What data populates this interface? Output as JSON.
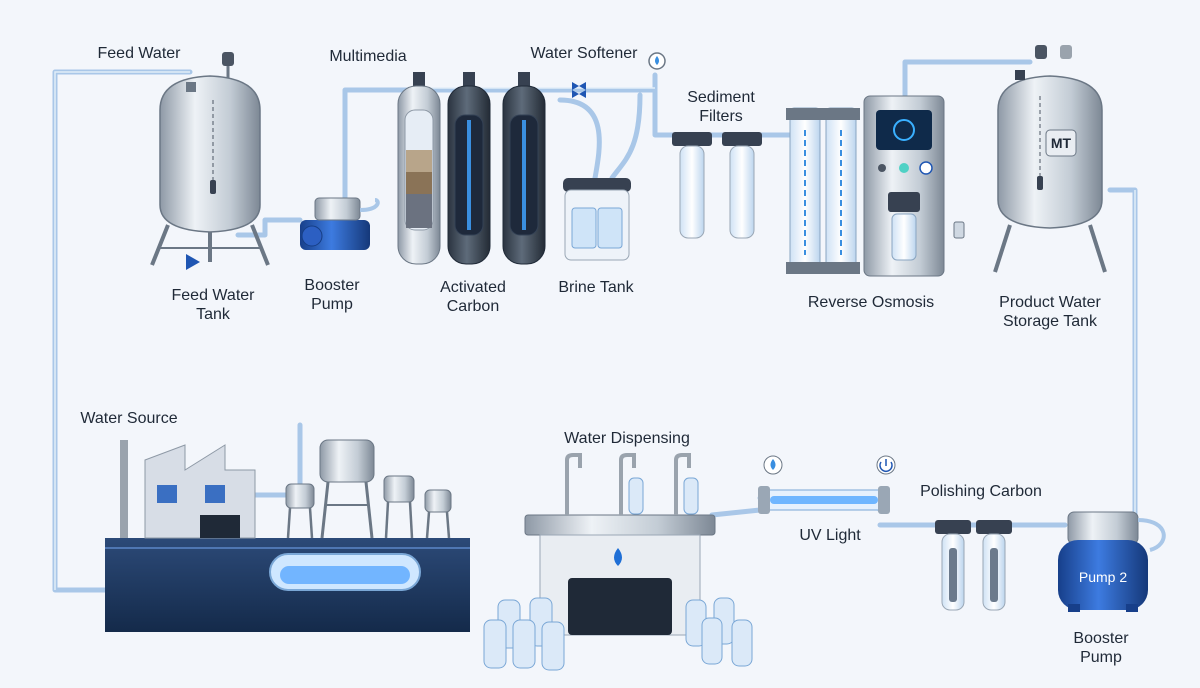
{
  "labels": {
    "feed_water": "Feed Water",
    "feed_water_tank": "Feed Water Tank",
    "multimedia": "Multimedia",
    "booster_pump_top": "Booster Pump",
    "activated_carbon": "Activated Carbon",
    "water_softener": "Water Softener",
    "brine_tank": "Brine Tank",
    "sediment_filters": "Sediment Filters",
    "reverse_osmosis": "Reverse Osmosis",
    "product_water_storage_tank": "Product Water Storage Tank",
    "water_source": "Water Source",
    "water_dispensing": "Water Dispensing",
    "uv_light": "UV Light",
    "polishing_carbon": "Polishing Carbon",
    "booster_pump_bottom": "Booster Pump"
  },
  "tank_badge": "MT",
  "pump_badge": "Pump 2",
  "icons": [
    "water-drop-icon",
    "power-icon",
    "pressure-gauge-icon",
    "valve-icon",
    "water-bottle-icon"
  ],
  "colors": {
    "background": "#f3f6fb",
    "pipe": "#a9c7e8",
    "steel": "#b8c2cc",
    "steel_dark": "#6b7785",
    "pump_blue": "#1f56b3",
    "water_blue": "#3a8fe0",
    "ground": "#1d3557",
    "text": "#1f2937"
  }
}
